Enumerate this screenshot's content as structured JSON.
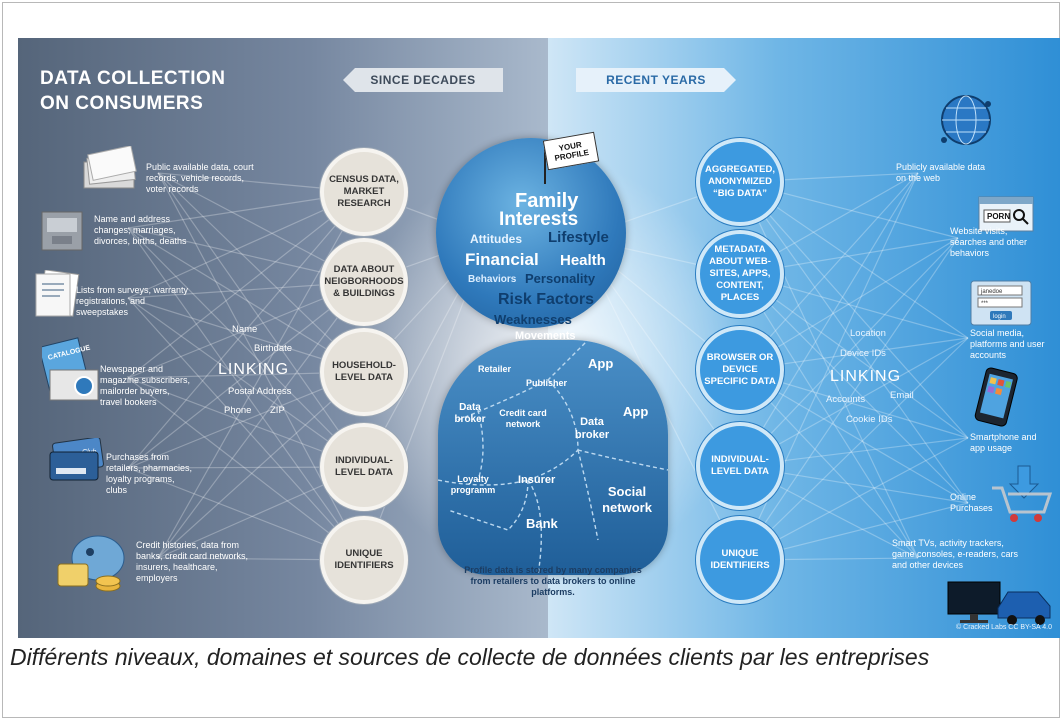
{
  "title_lines": [
    "DATA COLLECTION",
    "ON CONSUMERS"
  ],
  "banners": {
    "left": "SINCE DECADES",
    "right": "RECENT YEARS"
  },
  "left_circles": [
    "CENSUS DATA, MARKET RESEARCH",
    "DATA ABOUT NEIGBORHOODS & BUILDINGS",
    "HOUSEHOLD-LEVEL DATA",
    "INDIVIDUAL-LEVEL DATA",
    "UNIQUE IDENTIFIERS"
  ],
  "right_circles": [
    "AGGREGATED, ANONYMIZED “BIG DATA”",
    "METADATA ABOUT WEB-SITES, APPS, CONTENT, PLACES",
    "BROWSER OR DEVICE SPECIFIC DATA",
    "INDIVIDUAL-LEVEL DATA",
    "UNIQUE IDENTIFIERS"
  ],
  "left_sources": [
    "Public available data, court records, vehicle records, voter records",
    "Name and address changes, marriages, divorces, births, deaths",
    "Lists from surveys, warranty registrations, and sweepstakes",
    "Newspaper and magazine subscribers, mailorder buyers, travel bookers",
    "Purchases from retailers, pharmacies, loyalty programs, clubs",
    "Credit histories, data from banks, credit card networks, insurers, healthcare, employers"
  ],
  "right_sources": [
    "Publicly available data on the web",
    "Website visits, searches and other behaviors",
    "Social media, platforms and user accounts",
    "Smartphone and app usage",
    "Online Purchases",
    "Smart TVs, activity trackers, game consoles, e-readers, cars and other devices"
  ],
  "left_linking": {
    "word": "LINKING",
    "items": [
      "Name",
      "Birthdate",
      "Postal Address",
      "Phone",
      "ZIP"
    ]
  },
  "right_linking": {
    "word": "LINKING",
    "items": [
      "Location",
      "Device IDs",
      "Accounts",
      "Email",
      "Cookie IDs"
    ]
  },
  "profile_flag": "YOUR PROFILE",
  "profile_traits": [
    "Family",
    "Interests",
    "Attitudes",
    "Lifestyle",
    "Financial",
    "Health",
    "Behaviors",
    "Personality",
    "Risk Factors",
    "Weaknesses",
    "Movements"
  ],
  "body_parts": [
    "Retailer",
    "Publisher",
    "App",
    "App",
    "Data broker",
    "Credit card network",
    "Data broker",
    "Loyalty programm",
    "Insurer",
    "Social network",
    "Bank"
  ],
  "stored_note": "Profile data is stored by many companies from retailers to data brokers to online platforms.",
  "icon_texts": {
    "catalogue": "CATALOGUE",
    "club": "Club",
    "porn": "PORN",
    "login_user": "janedoe",
    "login_pass": "***",
    "login_btn": "login"
  },
  "copyright": "© Cracked Labs CC BY-SA 4.0",
  "caption": "Différents niveaux, domaines et sources de collecte de données clients par les entreprises",
  "colors": {
    "left_bg": "#6b7c93",
    "right_bg": "#3c9ae0",
    "left_circle": "#e6e2da",
    "right_circle": "#3d9ae0",
    "profile": "#2f79bb"
  }
}
